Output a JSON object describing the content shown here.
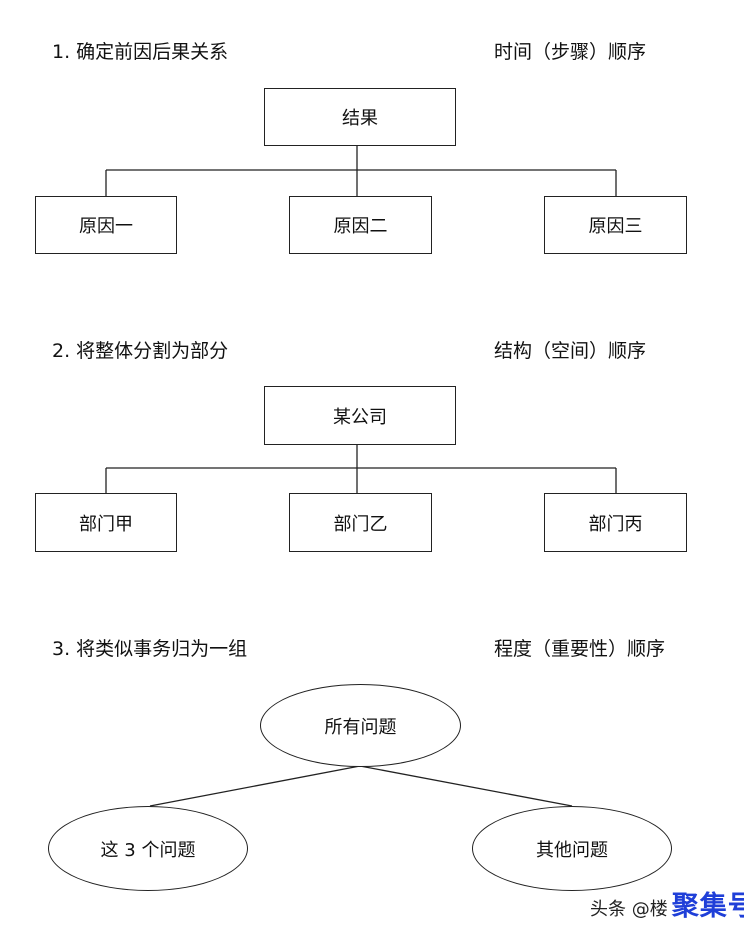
{
  "sections": [
    {
      "heading": "1. 确定前因后果关系",
      "order": "时间（步骤）顺序",
      "root": "结果",
      "children": [
        "原因一",
        "原因二",
        "原因三"
      ]
    },
    {
      "heading": "2. 将整体分割为部分",
      "order": "结构（空间）顺序",
      "root": "某公司",
      "children": [
        "部门甲",
        "部门乙",
        "部门丙"
      ]
    },
    {
      "heading": "3. 将类似事务归为一组",
      "order": "程度（重要性）顺序",
      "root": "所有问题",
      "children": [
        "这 3 个问题",
        "其他问题"
      ]
    }
  ],
  "watermark": {
    "text": "头条 @楼",
    "brand": "聚集号"
  }
}
